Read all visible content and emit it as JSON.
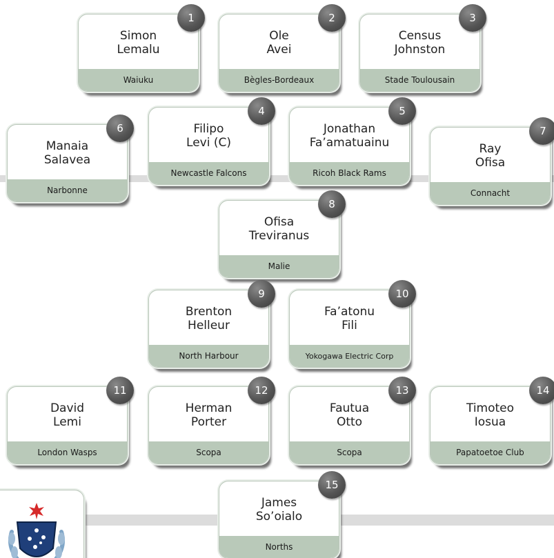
{
  "players": [
    {
      "number": "1",
      "first": "Simon",
      "last": "Lemalu",
      "club": "Waiuku"
    },
    {
      "number": "2",
      "first": "Ole",
      "last": "Avei",
      "club": "Bègles-Bordeaux"
    },
    {
      "number": "3",
      "first": "Census",
      "last": "Johnston",
      "club": "Stade Toulousain"
    },
    {
      "number": "4",
      "first": "Filipo",
      "last": "Levi (C)",
      "club": "Newcastle Falcons"
    },
    {
      "number": "5",
      "first": "Jonathan",
      "last": "Fa’amatuainu",
      "club": "Ricoh Black Rams"
    },
    {
      "number": "6",
      "first": "Manaia",
      "last": "Salavea",
      "club": "Narbonne"
    },
    {
      "number": "7",
      "first": "Ray",
      "last": "Ofisa",
      "club": "Connacht"
    },
    {
      "number": "8",
      "first": "Ofisa",
      "last": "Treviranus",
      "club": "Malie"
    },
    {
      "number": "9",
      "first": "Brenton",
      "last": "Helleur",
      "club": "North Harbour"
    },
    {
      "number": "10",
      "first": "Fa’atonu",
      "last": "Fili",
      "club": "Yokogawa Electric Corp"
    },
    {
      "number": "11",
      "first": "David",
      "last": "Lemi",
      "club": "London Wasps"
    },
    {
      "number": "12",
      "first": "Herman",
      "last": "Porter",
      "club": "Scopa"
    },
    {
      "number": "13",
      "first": "Fautua",
      "last": "Otto",
      "club": "Scopa"
    },
    {
      "number": "14",
      "first": "Timoteo",
      "last": "Iosua",
      "club": "Papatoetoe Club"
    },
    {
      "number": "15",
      "first": "James",
      "last": "So’oialo",
      "club": "Norths"
    }
  ],
  "colors": {
    "club_band": "#b9c9b9",
    "badge": "#555555",
    "card_border": "#b9c6b9",
    "connector": "#dcdcdc"
  },
  "logo": {
    "icon": "team-crest-icon"
  }
}
